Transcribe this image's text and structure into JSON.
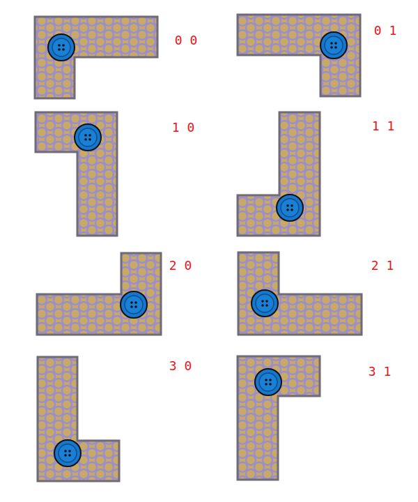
{
  "diagram": {
    "labels": [
      "0 0",
      "0 1",
      "1 0",
      "1 1",
      "2 0",
      "2 1",
      "3 0",
      "3 1"
    ]
  }
}
